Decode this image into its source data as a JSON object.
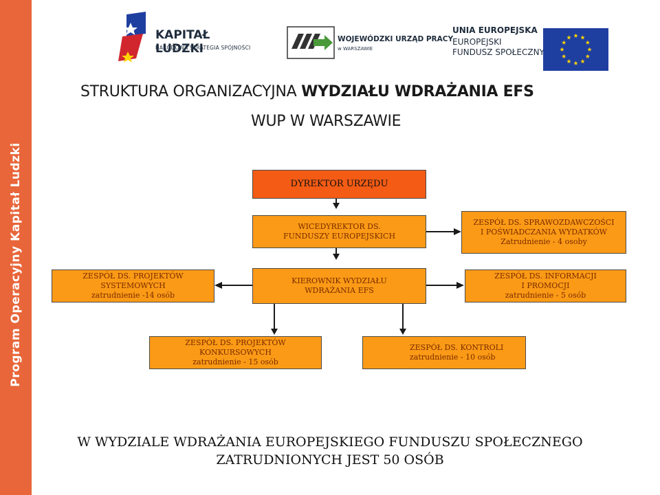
{
  "sidebar": {
    "text": "Program Operacyjny Kapitał Ludzki",
    "color": "#e8663a"
  },
  "logos": {
    "kapital_ludzki": {
      "title": "KAPITAŁ LUDZKI",
      "subtitle": "NARODOWA STRATEGIA SPÓJNOŚCI"
    },
    "wup": {
      "title": "WOJEWÓDZKI URZĄD PRACY",
      "subtitle": "w WARSZAWIE"
    },
    "ue": {
      "line1": "UNIA EUROPEJSKA",
      "line2": "EUROPEJSKI",
      "line3": "FUNDUSZ SPOŁECZNY",
      "flag_color": "#1f3fa0",
      "star_color": "#ffd400"
    }
  },
  "title": {
    "part1": "STRUKTURA ORGANIZACYJNA ",
    "part2": "WYDZIAŁU WDRAŻANIA EFS",
    "line2": "WUP W WARSZAWIE"
  },
  "chart": {
    "director": "DYREKTOR URZĘDU",
    "vice_director": [
      "WICEDYREKTOR DS.",
      "FUNDUSZY EUROPEJSKICH"
    ],
    "reporting_team": [
      "ZESPÓŁ DS. SPRAWOZDAWCZOŚCI",
      "I POŚWIADCZANIA WYDATKÓW",
      "Zatrudnienie -  4 osoby"
    ],
    "manager": [
      "KIEROWNIK WYDZIAŁU",
      "WDRAŻANIA EFS"
    ],
    "systemic_team": [
      "ZESPÓŁ DS. PROJEKTÓW",
      "SYSTEMOWYCH",
      "zatrudnienie -14 osób"
    ],
    "info_team": [
      "ZESPÓŁ DS. INFORMACJI",
      "I PROMOCJI",
      "zatrudnienie  - 5 osób"
    ],
    "competitive_team": [
      "ZESPÓŁ DS. PROJEKTÓW KONKURSOWYCH",
      "zatrudnienie - 15 osób"
    ],
    "control_team": [
      "ZESPÓŁ DS. KONTROLI",
      "zatrudnienie - 10 osób"
    ]
  },
  "colors": {
    "box_main": "#f45b14",
    "box": "#fb9a16"
  },
  "footer": {
    "line1": "W WYDZIALE WDRAŻANIA EUROPEJSKIEGO FUNDUSZU SPOŁECZNEGO",
    "line2": "ZATRUDNIONYCH JEST 50 OSÓB"
  }
}
